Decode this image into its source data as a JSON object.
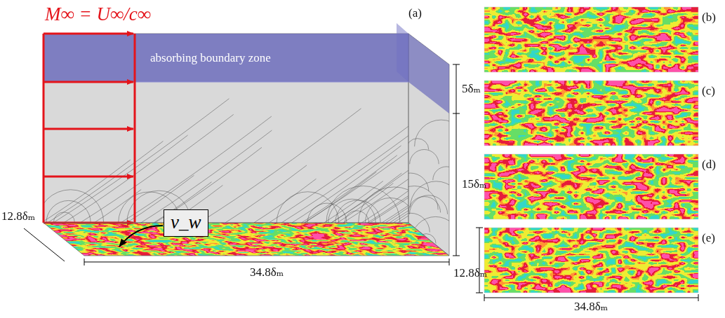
{
  "diagram": {
    "nodes": [
      {
        "text": [
          "absorbing boundary zone"
        ]
      },
      {
        "text": [
          "v_w"
        ]
      }
    ],
    "labels": [
      "M∞ = U∞/c∞",
      "(a)",
      "5δₘ",
      "15δₘ",
      "12.8δₘ",
      "34.8δₘ",
      "12.8δₘ",
      "(b)",
      "(c)",
      "(d)",
      "(e)",
      "34.8δₘ"
    ]
  }
}
